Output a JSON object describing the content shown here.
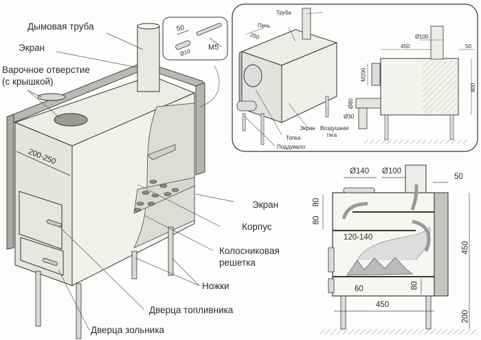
{
  "main_drawing": {
    "labels": {
      "chimney": "Дымовая труба",
      "screen_top": "Экран",
      "cooking_hole_line1": "Варочное отверстие",
      "cooking_hole_line2": "(с крышкой)",
      "screen_side": "Экран",
      "body": "Корпус",
      "grate_line1": "Колосниковая",
      "grate_line2": "решетка",
      "legs": "Ножки",
      "fuel_door": "Дверца топливника",
      "ash_door": "Дверца зольника"
    },
    "dimension_width": "200-250"
  },
  "bolt_inset": {
    "length": "50",
    "diameter": "Ø10",
    "thread": "M5"
  },
  "sauna_inset": {
    "labels": {
      "pipe": "Труба",
      "stove": "Печь",
      "screen": "Экран",
      "firebox": "Топка",
      "ash_pit": "Поддувало",
      "air_draft_line1": "Воздушная",
      "air_draft_line2": "тяга"
    },
    "dimensions": {
      "depth": "250",
      "pipe_diameter": "Ø100",
      "length": "450",
      "gap": "50",
      "height": "400",
      "door": "M200",
      "inlet_diameter": "Ø80",
      "small_diameter": "Ø30"
    }
  },
  "section_drawing": {
    "dimensions": {
      "cooking_hole": "Ø140",
      "chimney": "Ø100",
      "screen_gap": "50",
      "top_gap_1": "80",
      "top_gap_2": "80",
      "fuel_door": "120-140",
      "ash_door": "60",
      "ash_height": "80",
      "width": "450",
      "height": "450",
      "leg_height": "200"
    }
  }
}
